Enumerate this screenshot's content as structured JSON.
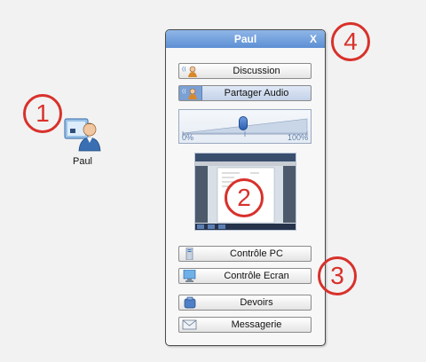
{
  "markers": [
    "1",
    "2",
    "3",
    "4"
  ],
  "desktop_user": {
    "name": "Paul",
    "icon": "user-computer-icon"
  },
  "panel": {
    "title": "Paul",
    "close_label": "X",
    "buttons": {
      "discussion": "Discussion",
      "share_audio": "Partager Audio",
      "pc_control": "Contrôle PC",
      "screen_control": "Contrôle Ecran",
      "homework": "Devoirs",
      "messaging": "Messagerie"
    },
    "volume": {
      "min_label": "0%",
      "max_label": "100%",
      "level_percent": 45
    },
    "preview": {
      "icon": "screen-preview-thumbnail"
    }
  },
  "colors": {
    "accent": "#5d8fd3",
    "marker": "#d8312b"
  }
}
